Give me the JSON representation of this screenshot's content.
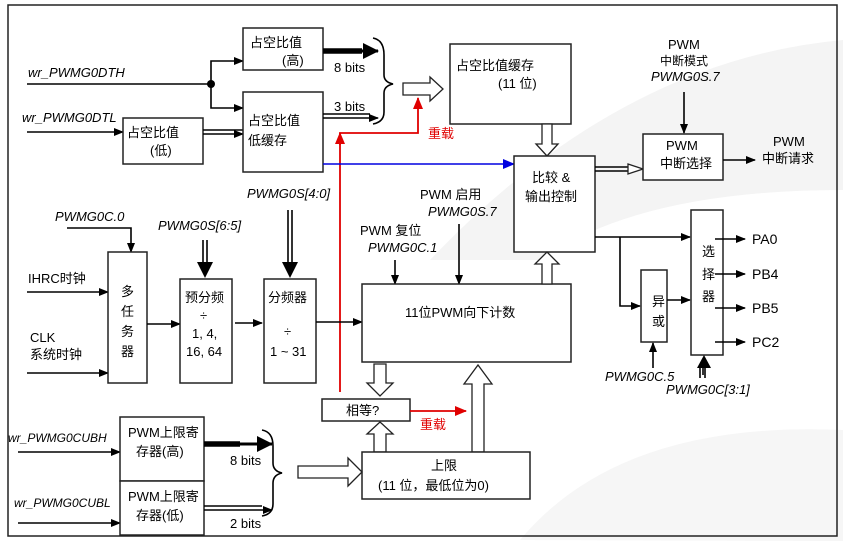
{
  "diagram": {
    "inputs": {
      "dth": "wr_PWMG0DTH",
      "dtl": "wr_PWMG0DTL",
      "cubh": "wr_PWMG0CUBH",
      "cubl": "wr_PWMG0CUBL",
      "ihrc": "IHRC时钟",
      "clk_1": "CLK",
      "clk_2": "系统时钟"
    },
    "boxes": {
      "duty_high_1": "占空比值",
      "duty_high_2": "(高)",
      "duty_low_1": "占空比值",
      "duty_low_2": "(低)",
      "duty_low_buf_1": "占空比值",
      "duty_low_buf_2": "低缓存",
      "duty_buf_1": "占空比值缓存",
      "duty_buf_2": "(11  位)",
      "compare_1": "比较  &",
      "compare_2": "输出控制",
      "int_sel_1": "PWM",
      "int_sel_2": "中断选择",
      "mux": [
        "多",
        "任",
        "务",
        "器"
      ],
      "prescaler_1": "预分频",
      "prescaler_2": "÷",
      "prescaler_3": "1, 4,",
      "prescaler_4": "16, 64",
      "divider_1": "分频器",
      "divider_2": "÷",
      "divider_3": "1 ~ 31",
      "counter": "11位PWM向下计数",
      "equal": "相等?",
      "upper_1": "上限",
      "upper_2": "(11  位，最低位为0)",
      "cub_high_1": "PWM上限寄",
      "cub_high_2": "存器(高)",
      "cub_low_1": "PWM上限寄",
      "cub_low_2": "存器(低)",
      "xor": [
        "异",
        "或"
      ],
      "selector": [
        "选",
        "择",
        "器"
      ]
    },
    "labels": {
      "bits8_top": "8 bits",
      "bits3": "3 bits",
      "bits8_bottom": "8 bits",
      "bits2": "2 bits",
      "reload_top": "重载",
      "reload_bottom": "重载",
      "int_mode_1": "PWM",
      "int_mode_2": "中断模式",
      "int_mode_3": "PWMG0S.7",
      "int_req_1": "PWM",
      "int_req_2": "中断请求",
      "pwmg0c0": "PWMG0C.0",
      "pwmg0s65": "PWMG0S[6:5]",
      "pwmg0s40": "PWMG0S[4:0]",
      "reset_1": "PWM  复位",
      "reset_2": "PWMG0C.1",
      "enable_1": "PWM  启用",
      "enable_2": "PWMG0S.7",
      "pwmg0c5": "PWMG0C.5",
      "pwmg0c31": "PWMG0C[3:1]"
    },
    "outputs": [
      "PA0",
      "PB4",
      "PB5",
      "PC2"
    ],
    "colors": {
      "reload": "#e00000",
      "low_buffer_path": "#0000e0",
      "line": "#000000"
    }
  }
}
